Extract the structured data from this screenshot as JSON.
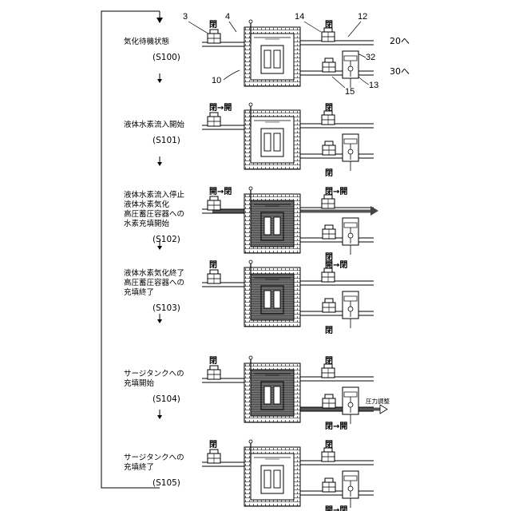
{
  "steps": [
    {
      "lines": [
        "気化待機状態"
      ],
      "code": "(S100)",
      "valve_inlet": "閉",
      "valve_outlet_top": "閉",
      "valve_outlet_bottom": "",
      "filled": false,
      "flow_upper": false,
      "flow_lower": false
    },
    {
      "lines": [
        "液体水素流入開始"
      ],
      "code": "(S101)",
      "valve_inlet": "閉→開",
      "valve_outlet_top": "閉",
      "valve_outlet_bottom": "閉",
      "filled": false,
      "flow_upper": false,
      "flow_lower": false
    },
    {
      "lines": [
        "液体水素流入停止",
        "液体水素気化",
        "高圧蓄圧容器への",
        "水素充填開始"
      ],
      "code": "(S102)",
      "valve_inlet": "開→閉",
      "valve_outlet_top": "閉→開",
      "valve_outlet_bottom": "閉",
      "filled": true,
      "flow_upper": true,
      "flow_lower": false
    },
    {
      "lines": [
        "液体水素気化終了",
        "高圧蓄圧容器への",
        "充填終了"
      ],
      "code": "(S103)",
      "valve_inlet": "閉",
      "valve_outlet_top": "開→閉",
      "valve_outlet_bottom": "閉",
      "filled": true,
      "flow_upper": false,
      "flow_lower": false
    },
    {
      "lines": [
        "サージタンクへの",
        "充填開始"
      ],
      "code": "(S104)",
      "valve_inlet": "閉",
      "valve_outlet_top": "閉",
      "valve_outlet_bottom": "閉→開",
      "filled": true,
      "flow_upper": false,
      "flow_lower": true,
      "pressure_label": "圧力調整"
    },
    {
      "lines": [
        "サージタンクへの",
        "充填終了"
      ],
      "code": "(S105)",
      "valve_inlet": "閉",
      "valve_outlet_top": "閉",
      "valve_outlet_bottom": "開→閉",
      "filled": false,
      "flow_upper": false,
      "flow_lower": false
    }
  ],
  "ref_labels": {
    "r3": "3",
    "r4": "4",
    "r14": "14",
    "r12": "12",
    "r32": "32",
    "r10": "10",
    "r15": "15",
    "r13": "13"
  },
  "destinations": {
    "upper": "20へ",
    "lower": "30へ"
  }
}
